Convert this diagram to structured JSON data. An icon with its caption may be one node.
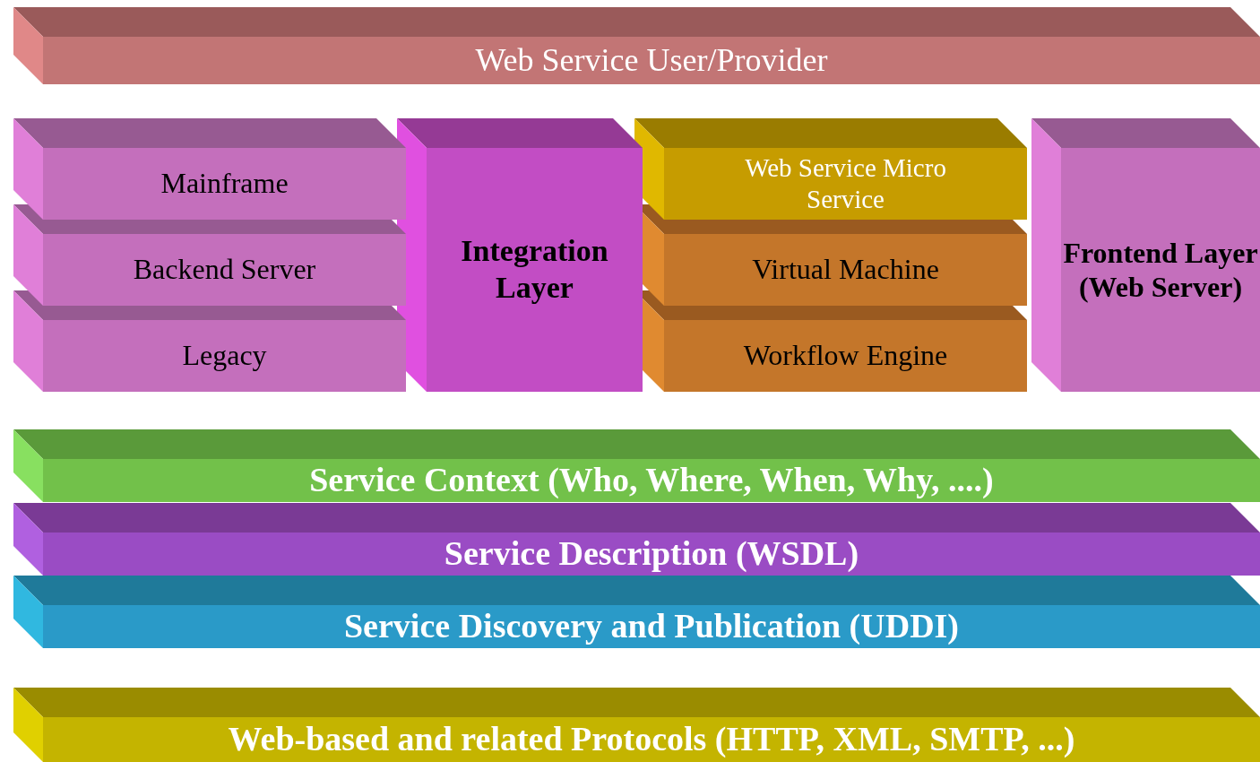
{
  "diagram": {
    "nodes": [
      {
        "text": [
          "Web Service User/Provider"
        ]
      },
      {
        "text": [
          "Mainframe"
        ]
      },
      {
        "text": [
          "Backend Server"
        ]
      },
      {
        "text": [
          "Legacy"
        ]
      },
      {
        "text": [
          "Integration Layer"
        ]
      },
      {
        "text": [
          "Web Service Micro Service"
        ]
      },
      {
        "text": [
          "Virtual Machine"
        ]
      },
      {
        "text": [
          "Workflow Engine"
        ]
      },
      {
        "text": [
          "Frontend Layer (Web Server)"
        ]
      },
      {
        "text": [
          "Service Context (Who, Where, When, Why, ....)"
        ]
      },
      {
        "text": [
          "Service Description (WSDL)"
        ]
      },
      {
        "text": [
          "Service Discovery and Publication (UDDI)"
        ]
      },
      {
        "text": [
          "Web-based and related Protocols (HTTP, XML, SMTP, ...)"
        ]
      }
    ]
  }
}
